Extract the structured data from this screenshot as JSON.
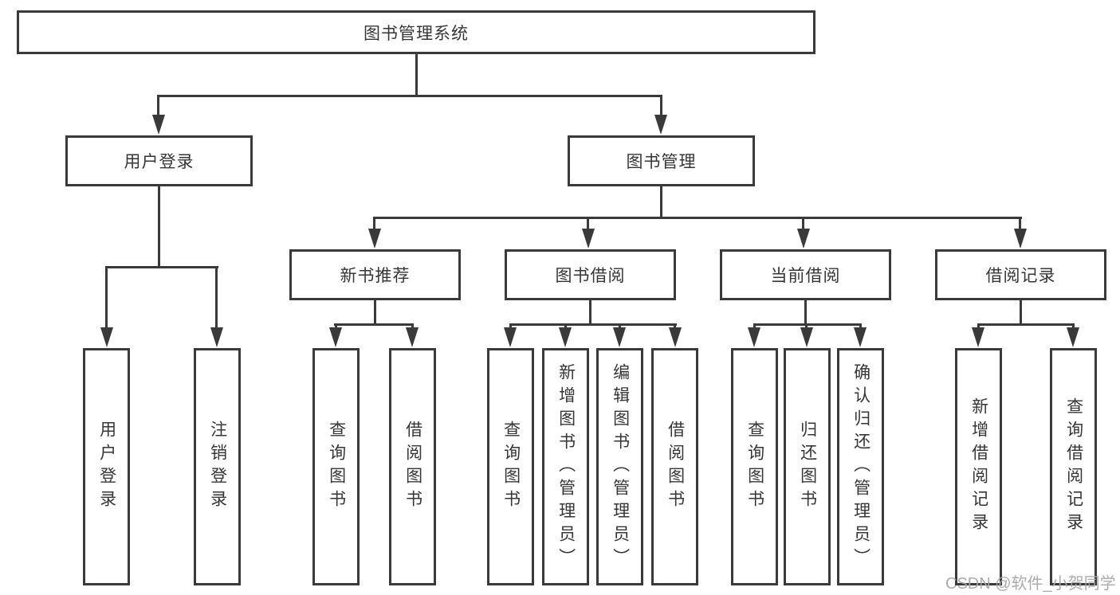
{
  "diagram": {
    "title": "图书管理系统",
    "branches": [
      {
        "label": "用户登录",
        "children": [
          {
            "label": "用户登录"
          },
          {
            "label": "注销登录"
          }
        ]
      },
      {
        "label": "图书管理",
        "children": [
          {
            "label": "新书推荐",
            "children": [
              {
                "label": "查询图书"
              },
              {
                "label": "借阅图书"
              }
            ]
          },
          {
            "label": "图书借阅",
            "children": [
              {
                "label": "查询图书"
              },
              {
                "label": "新增图书（管理员）"
              },
              {
                "label": "编辑图书（管理员）"
              },
              {
                "label": "借阅图书"
              }
            ]
          },
          {
            "label": "当前借阅",
            "children": [
              {
                "label": "查询图书"
              },
              {
                "label": "归还图书"
              },
              {
                "label": "确认归还（管理员）"
              }
            ]
          },
          {
            "label": "借阅记录",
            "children": [
              {
                "label": "新增借阅记录"
              },
              {
                "label": "查询借阅记录"
              }
            ]
          }
        ]
      }
    ]
  },
  "watermark": {
    "text": "CSDN @软件_小贺同学"
  },
  "colors": {
    "line": "#3a3a3a",
    "text": "#363636",
    "background": "#ffffff",
    "watermark": "#a8a8a8"
  }
}
